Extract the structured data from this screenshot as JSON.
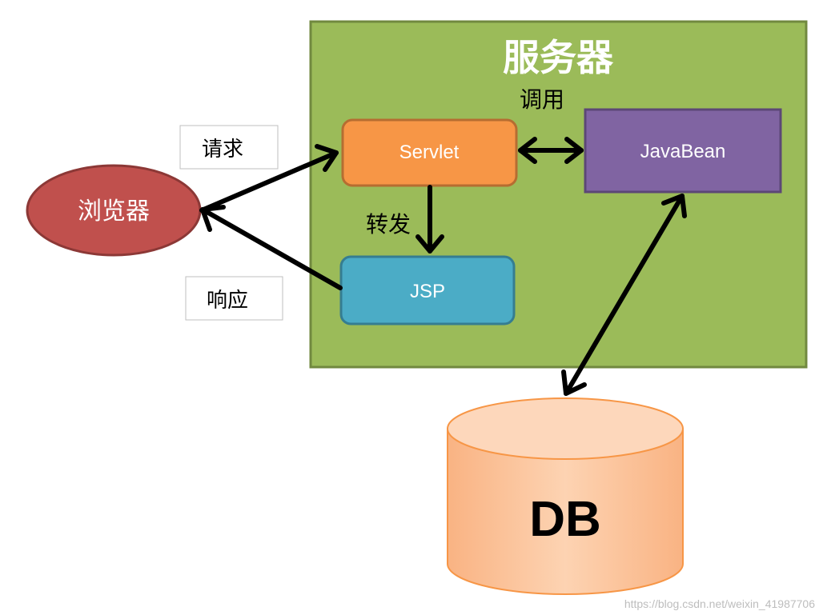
{
  "server": {
    "title": "服务器",
    "fill": "#9BBB59",
    "stroke": "#71893F"
  },
  "browser": {
    "label": "浏览器",
    "fill": "#C0504D",
    "stroke": "#8C3836"
  },
  "servlet": {
    "label": "Servlet",
    "fill": "#F79646",
    "stroke": "#B66D31"
  },
  "jsp": {
    "label": "JSP",
    "fill": "#4BACC6",
    "stroke": "#357D91"
  },
  "javabean": {
    "label": "JavaBean",
    "fill": "#8064A2",
    "stroke": "#5C4776"
  },
  "db": {
    "label": "DB",
    "fill": "#FBC39A",
    "stroke": "#F79646"
  },
  "labels": {
    "request": "请求",
    "response": "响应",
    "call": "调用",
    "forward": "转发"
  },
  "watermark": "https://blog.csdn.net/weixin_41987706"
}
